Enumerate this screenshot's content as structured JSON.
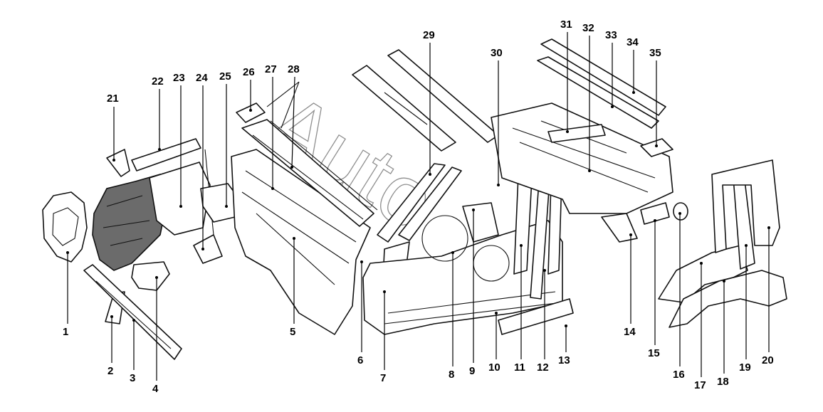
{
  "diagram": {
    "callouts": [
      "1",
      "2",
      "3",
      "4",
      "5",
      "6",
      "7",
      "8",
      "9",
      "10",
      "11",
      "12",
      "13",
      "14",
      "15",
      "16",
      "17",
      "18",
      "19",
      "20",
      "21",
      "22",
      "23",
      "24",
      "25",
      "26",
      "27",
      "28",
      "29",
      "30",
      "31",
      "32",
      "33",
      "34",
      "35"
    ],
    "watermark": "Auto"
  }
}
